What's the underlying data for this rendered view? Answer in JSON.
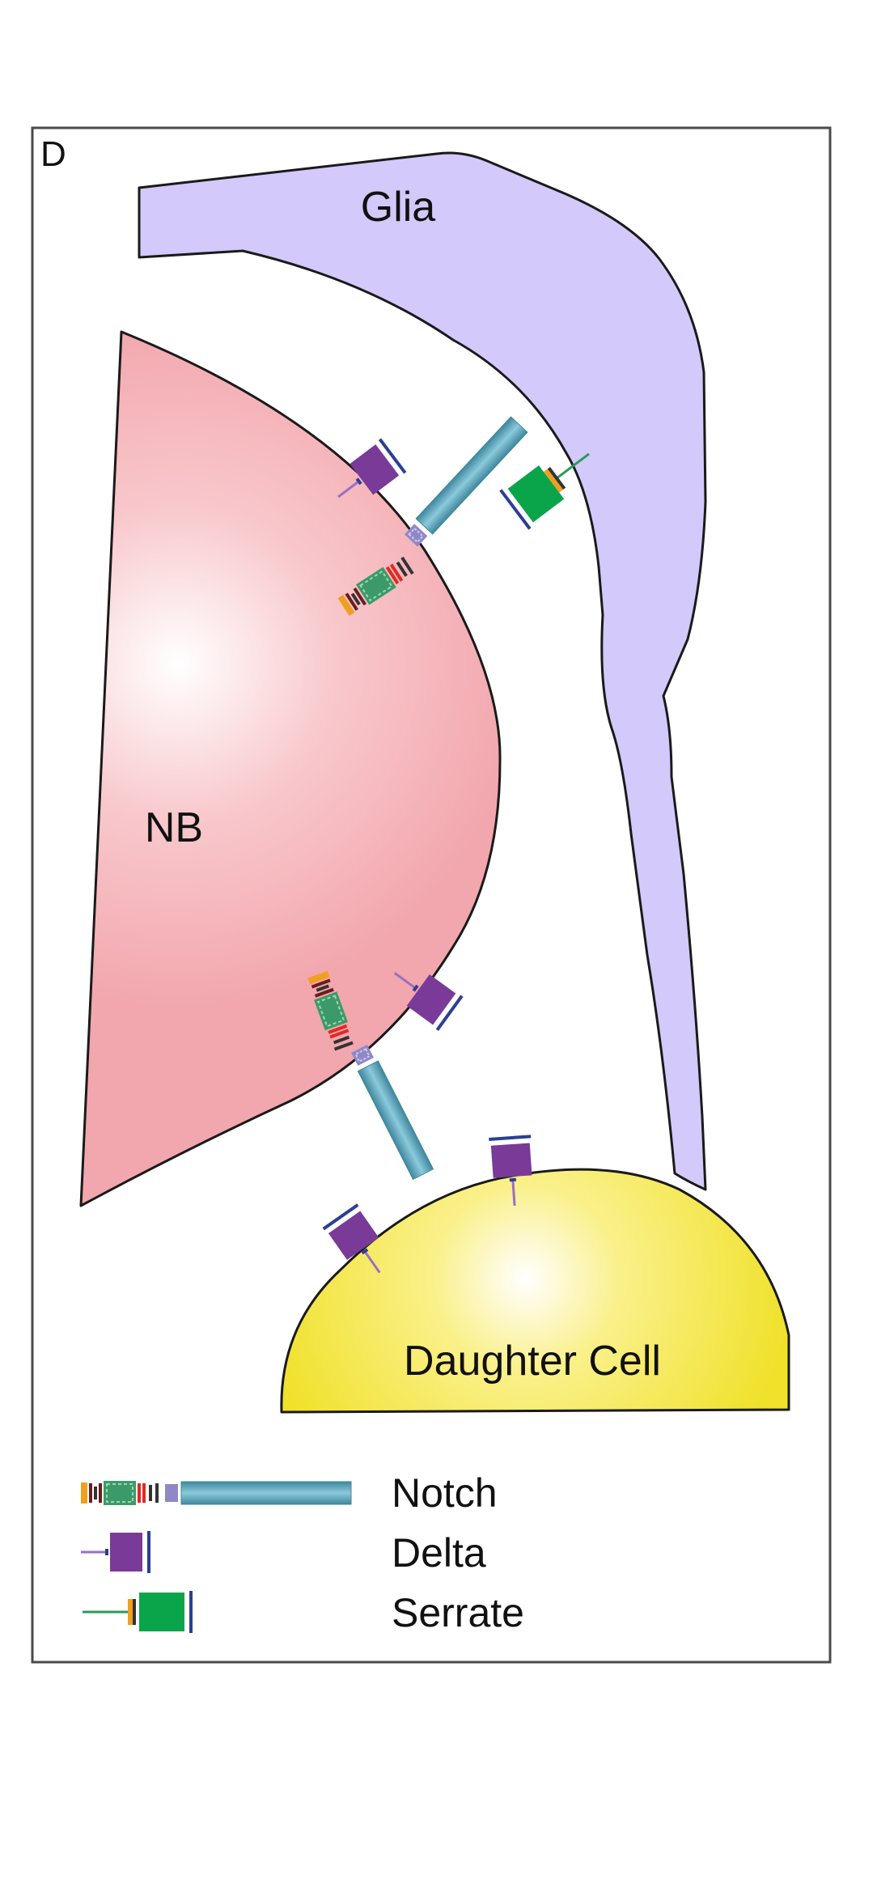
{
  "panel_label": "D",
  "cells": {
    "glia": "Glia",
    "neuroblast": "NB",
    "daughter": "Daughter Cell"
  },
  "legend": [
    {
      "label": "Notch",
      "icon": "notch-receptor-icon"
    },
    {
      "label": "Delta",
      "icon": "delta-ligand-icon"
    },
    {
      "label": "Serrate",
      "icon": "serrate-ligand-icon"
    }
  ],
  "colors": {
    "glia": "#d3c9fb",
    "neuroblast": "#f2a7ad",
    "daughter": "#f2e531",
    "notch": "#4b9bb4",
    "delta": "#7a3a98",
    "serrate": "#0aa44a",
    "delta_tip": "#2b3f94",
    "notch_orange": "#f0a020",
    "notch_red": "#e02a22",
    "notch_green": "#3c9a6a",
    "notch_lavender": "#8f88c6"
  }
}
